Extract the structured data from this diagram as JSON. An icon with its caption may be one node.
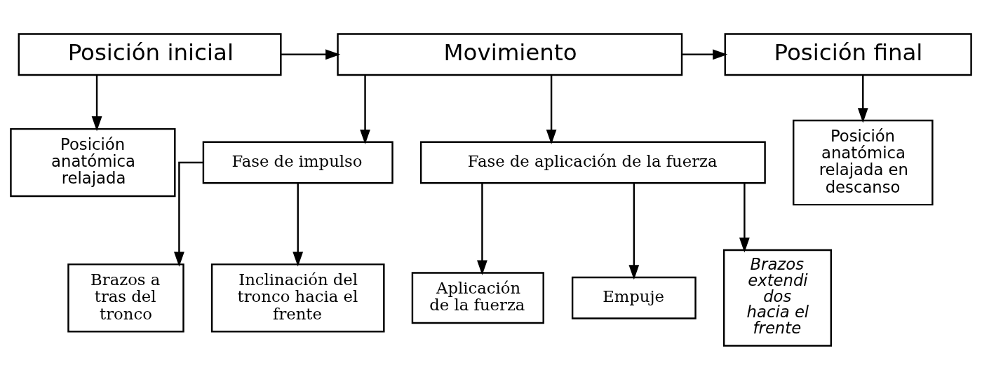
{
  "diagram": {
    "nodes": [
      {
        "text": [
          "Posición inicial"
        ]
      },
      {
        "text": [
          "Movimiento"
        ]
      },
      {
        "text": [
          "Posición final"
        ]
      },
      {
        "text": [
          "Posición anatómica relajada"
        ]
      },
      {
        "text": [
          "Fase de impulso"
        ]
      },
      {
        "text": [
          "Fase de aplicación de la fuerza"
        ]
      },
      {
        "text": [
          "Posición anatómica relajada en descanso"
        ]
      },
      {
        "text": [
          "Brazos a tras del tronco"
        ]
      },
      {
        "text": [
          "Inclinación del tronco hacia el frente"
        ]
      },
      {
        "text": [
          "Aplicación de la fuerza"
        ]
      },
      {
        "text": [
          "Empuje"
        ]
      },
      {
        "text": [
          "Brazos extendi dos hacia el frente"
        ]
      }
    ],
    "edges": [
      {
        "from": 0,
        "to": 1,
        "arrow": "to"
      },
      {
        "from": 1,
        "to": 2,
        "arrow": "to"
      },
      {
        "from": 0,
        "to": 3,
        "arrow": "to"
      },
      {
        "from": 1,
        "to": 4,
        "arrow": "to"
      },
      {
        "from": 1,
        "to": 5,
        "arrow": "to"
      },
      {
        "from": 2,
        "to": 6,
        "arrow": "to"
      },
      {
        "from": 4,
        "to": 7,
        "arrow": "to"
      },
      {
        "from": 4,
        "to": 8,
        "arrow": "to"
      },
      {
        "from": 5,
        "to": 9,
        "arrow": "to"
      },
      {
        "from": 5,
        "to": 10,
        "arrow": "to"
      },
      {
        "from": 5,
        "to": 11,
        "arrow": "to"
      }
    ]
  }
}
